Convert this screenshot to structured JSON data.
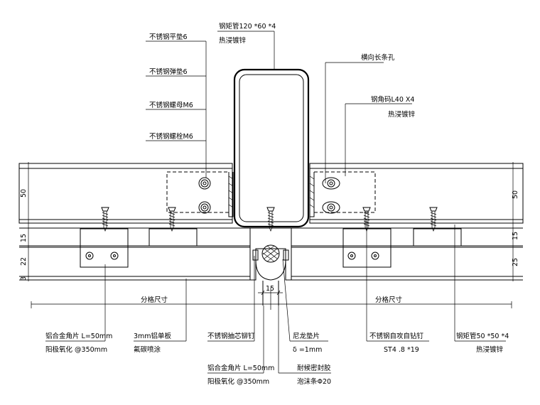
{
  "labels": {
    "tube_120": "钢矩管120 *60 *4",
    "tube_120_coat": "热浸镀锌",
    "ss_washer": "不锈钢平垫6",
    "ss_spring": "不锈钢弹垫6",
    "ss_nut": "不锈钢螺母M6",
    "ss_bolt": "不锈钢螺栓M6",
    "slot_hole": "横向长条孔",
    "angle_steel": "钢角码L40 X4",
    "angle_steel_coat": "热浸镀锌",
    "alu_angle_l_line1": "铝合金角片 L=50mm",
    "alu_angle_l_line2": "阳极氧化 @350mm",
    "alu_panel_line1": "3mm铝单板",
    "alu_panel_line2": "氟碳喷涂",
    "rivet": "不锈钢抽芯铆钉",
    "nylon_line1": "尼龙垫片",
    "nylon_line2": "δ =1mm",
    "self_screw_line1": "不锈钢自攻自钻钉",
    "self_screw_line2": "ST4 .8 *19",
    "tube_50_line1": "钢矩管50 *50 *4",
    "tube_50_line2": "热浸镀锌",
    "alu_angle_b_line1": "铝合金角片 L=50mm",
    "alu_angle_b_line2": "阳极氧化 @350mm",
    "sealant_line1": "耐候密封胶",
    "sealant_line2": "泡沫条Φ20",
    "joint_left": "分格尺寸",
    "joint_right": "分格尺寸"
  },
  "dimensions": {
    "left_50": "50",
    "left_15": "15",
    "left_22": "22",
    "left_3": "3",
    "right_50": "50",
    "right_15": "15",
    "right_25": "25",
    "gap_15": "15"
  }
}
